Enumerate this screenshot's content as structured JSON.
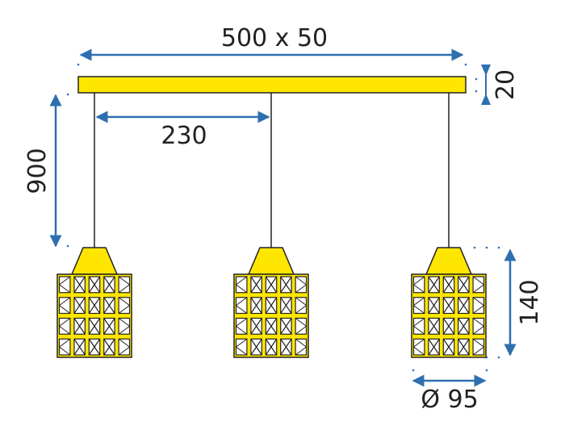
{
  "diagram": {
    "type": "pendant-lamp-dimension-drawing",
    "colors": {
      "accent_yellow": "#ffe600",
      "outline": "#222222",
      "dimension_blue": "#2e6fb0",
      "background": "#ffffff"
    },
    "dimensions": {
      "bar_size": "500 x 50",
      "bar_height": "20",
      "spacing": "230",
      "cable_length": "900",
      "shade_height": "140",
      "shade_diameter": "Ø 95"
    },
    "shades": [
      {
        "label": "shade-left"
      },
      {
        "label": "shade-center"
      },
      {
        "label": "shade-right"
      }
    ]
  }
}
